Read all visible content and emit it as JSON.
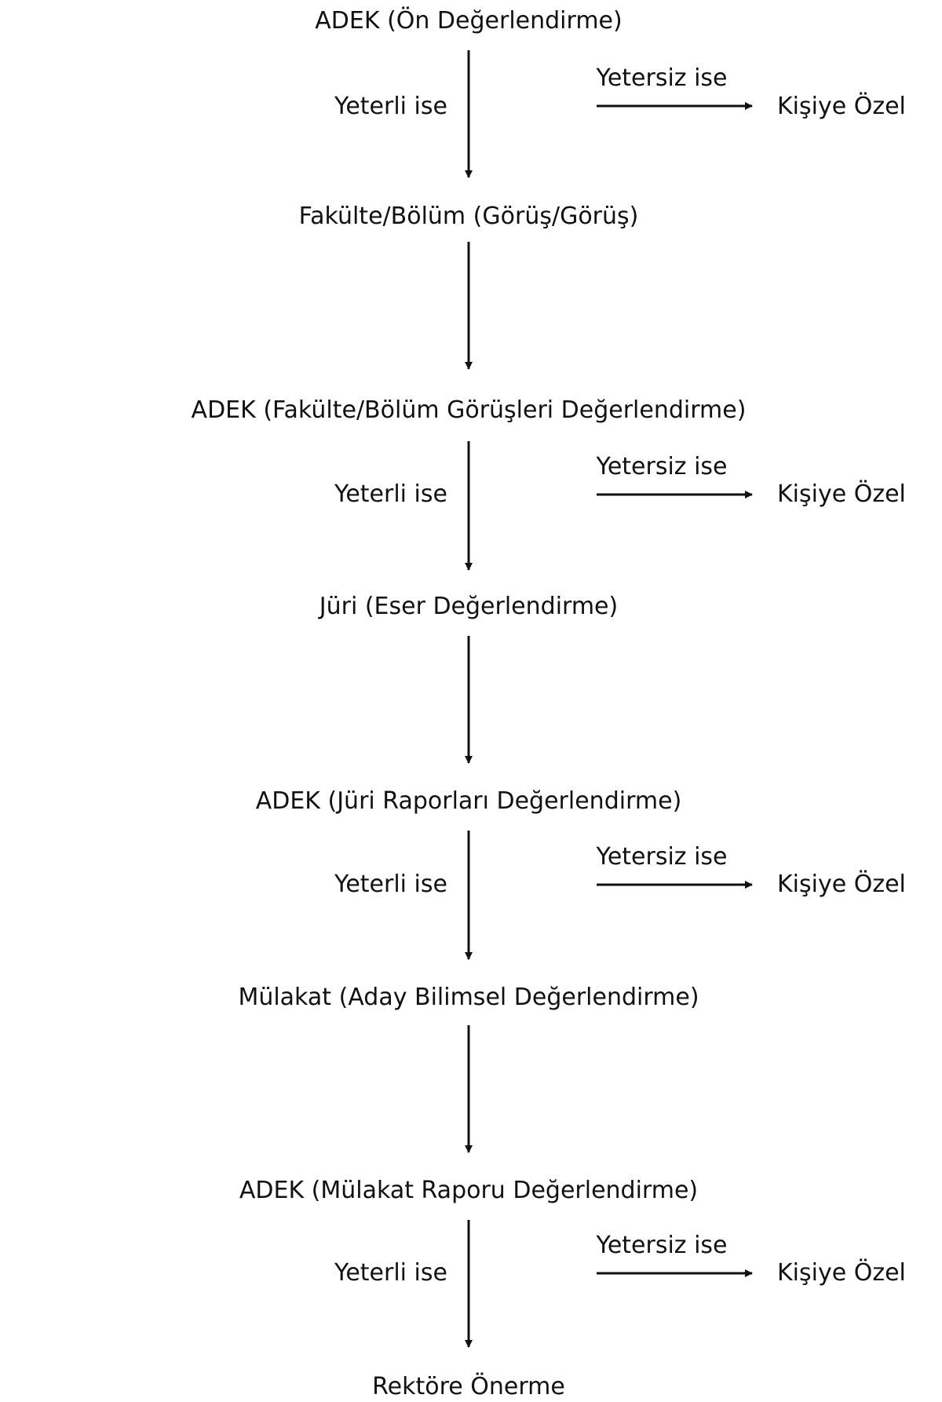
{
  "diagram": {
    "steps": [
      "ADEK (Ön Değerlendirme)",
      "Fakülte/Bölüm (Görüş/Görüş)",
      "ADEK (Fakülte/Bölüm Görüşleri Değerlendirme)",
      "Jüri (Eser Değerlendirme)",
      "ADEK (Jüri Raporları Değerlendirme)",
      "Mülakat (Aday Bilimsel Değerlendirme)",
      "ADEK (Mülakat Raporu Değerlendirme)",
      "Rektöre Önerme"
    ],
    "branches": [
      {
        "yes_label": "Yeterli ise",
        "no_label": "Yetersiz ise",
        "outcome": "Kişiye Özel"
      },
      {
        "yes_label": "Yeterli ise",
        "no_label": "Yetersiz ise",
        "outcome": "Kişiye Özel"
      },
      {
        "yes_label": "Yeterli ise",
        "no_label": "Yetersiz ise",
        "outcome": "Kişiye Özel"
      },
      {
        "yes_label": "Yeterli ise",
        "no_label": "Yetersiz ise",
        "outcome": "Kişiye Özel"
      }
    ]
  }
}
